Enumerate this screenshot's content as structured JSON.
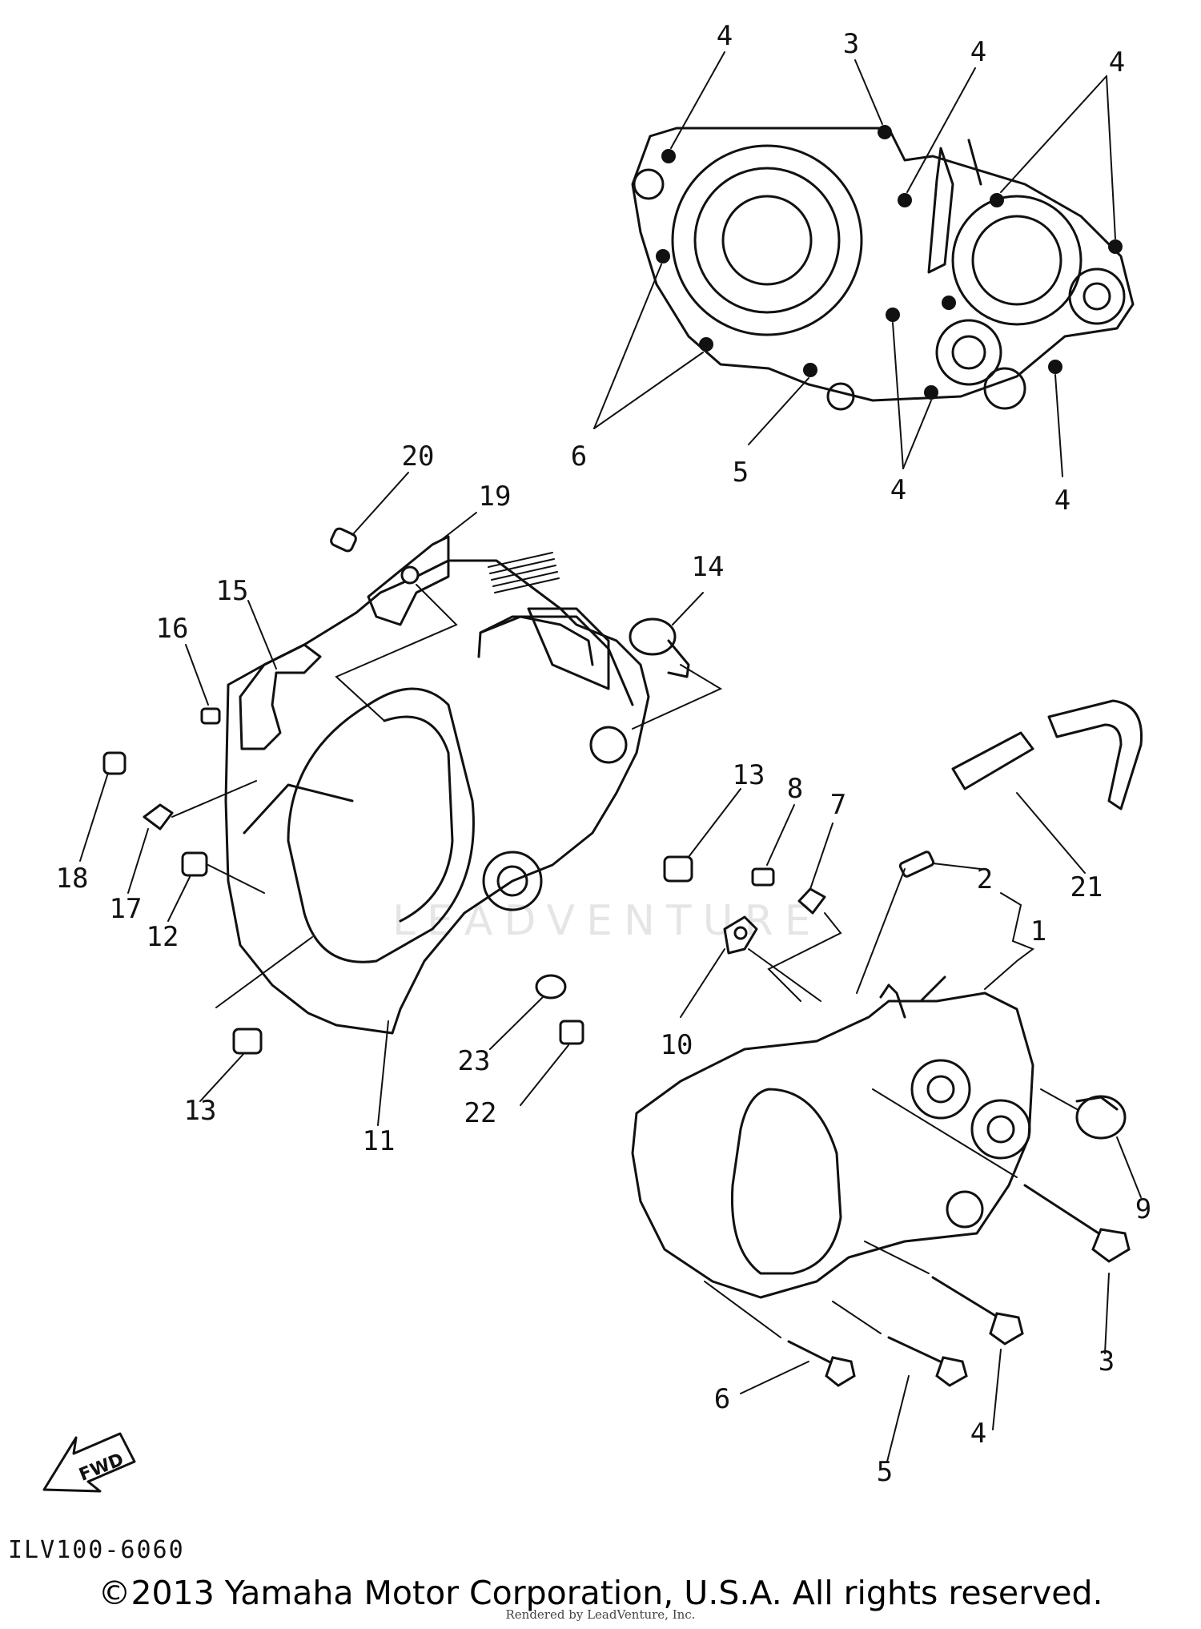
{
  "diagram": {
    "callouts": [
      {
        "id": "c4-a",
        "label": "4"
      },
      {
        "id": "c3-top",
        "label": "3"
      },
      {
        "id": "c4-b",
        "label": "4"
      },
      {
        "id": "c4-c",
        "label": "4"
      },
      {
        "id": "c6-top",
        "label": "6"
      },
      {
        "id": "c5-top",
        "label": "5"
      },
      {
        "id": "c4-d",
        "label": "4"
      },
      {
        "id": "c4-e",
        "label": "4"
      },
      {
        "id": "c20",
        "label": "20"
      },
      {
        "id": "c19",
        "label": "19"
      },
      {
        "id": "c15",
        "label": "15"
      },
      {
        "id": "c16",
        "label": "16"
      },
      {
        "id": "c14",
        "label": "14"
      },
      {
        "id": "c18",
        "label": "18"
      },
      {
        "id": "c17",
        "label": "17"
      },
      {
        "id": "c12",
        "label": "12"
      },
      {
        "id": "c13-a",
        "label": "13"
      },
      {
        "id": "c8",
        "label": "8"
      },
      {
        "id": "c7",
        "label": "7"
      },
      {
        "id": "c2",
        "label": "2"
      },
      {
        "id": "c21",
        "label": "21"
      },
      {
        "id": "c1",
        "label": "1"
      },
      {
        "id": "c10",
        "label": "10"
      },
      {
        "id": "c23",
        "label": "23"
      },
      {
        "id": "c22",
        "label": "22"
      },
      {
        "id": "c13-b",
        "label": "13"
      },
      {
        "id": "c11",
        "label": "11"
      },
      {
        "id": "c9",
        "label": "9"
      },
      {
        "id": "c3-bot",
        "label": "3"
      },
      {
        "id": "c6-bot",
        "label": "6"
      },
      {
        "id": "c4-f",
        "label": "4"
      },
      {
        "id": "c5-bot",
        "label": "5"
      }
    ],
    "fwd_label": "FWD",
    "part_code": "ILV100-6060",
    "watermark": "LEADVENTURE",
    "copyright": "©2013 Yamaha Motor Corporation, U.S.A. All rights reserved.",
    "rendered_by": "Rendered by LeadVenture, Inc."
  }
}
